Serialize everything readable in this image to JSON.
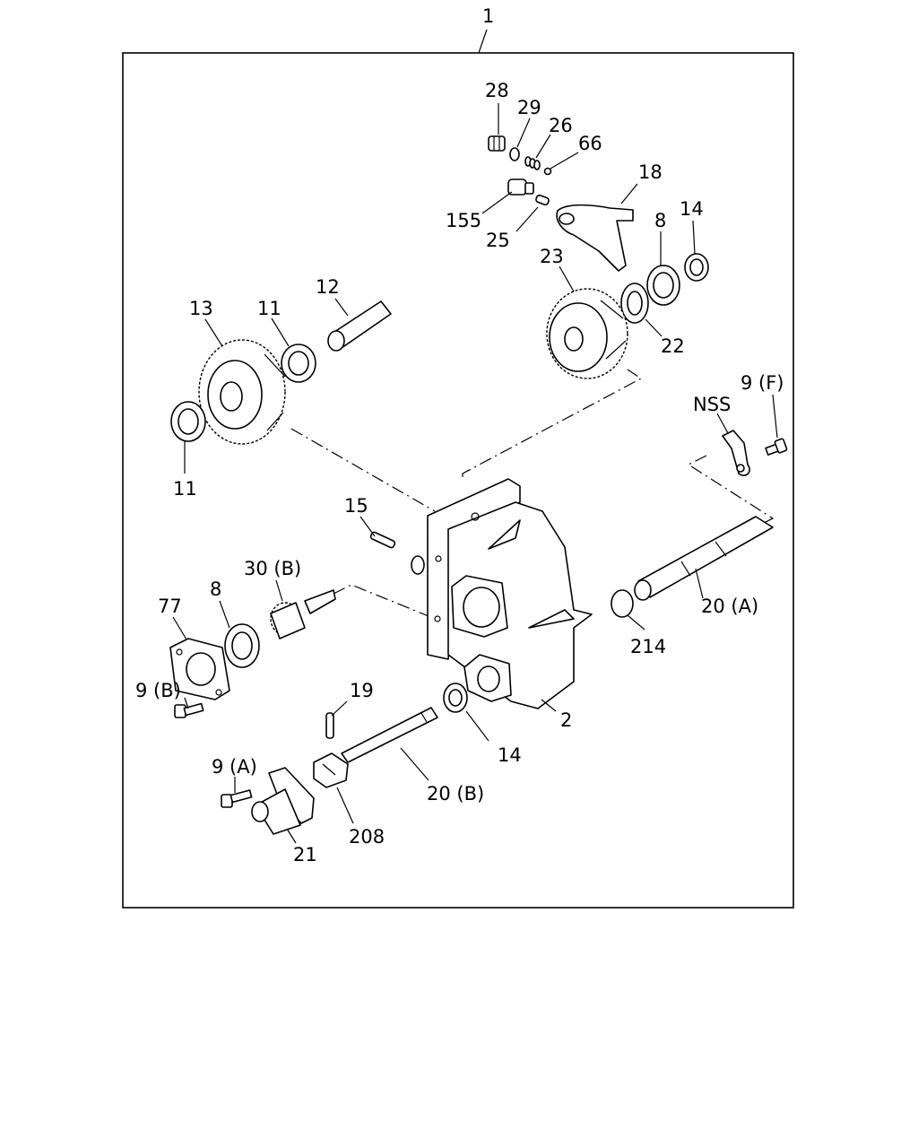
{
  "labels": {
    "l1": "1",
    "l2": "2",
    "l8a": "8",
    "l8b": "8",
    "l9a": "9 (A)",
    "l9b": "9 (B)",
    "l9f": "9 (F)",
    "l11a": "11",
    "l11b": "11",
    "l12": "12",
    "l13": "13",
    "l14a": "14",
    "l14b": "14",
    "l15": "15",
    "l18": "18",
    "l19": "19",
    "l20a": "20 (A)",
    "l20b": "20 (B)",
    "l21": "21",
    "l22": "22",
    "l23": "23",
    "l25": "25",
    "l26": "26",
    "l28": "28",
    "l29": "29",
    "l30b": "30 (B)",
    "l66": "66",
    "l77": "77",
    "l155": "155",
    "l208": "208",
    "l214": "214",
    "lnss": "NSS"
  }
}
